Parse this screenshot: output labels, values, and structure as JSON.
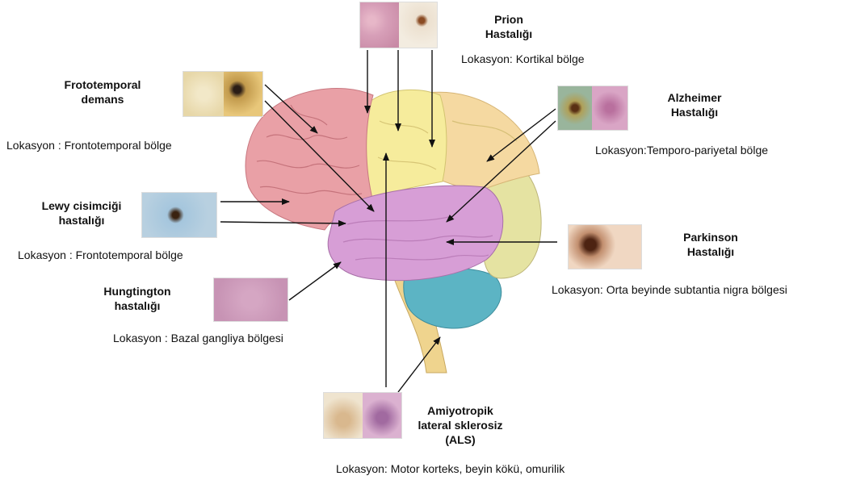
{
  "diseases": {
    "prion": {
      "title_1": "Prion",
      "title_2": "Hastalığı",
      "location": "Lokasyon: Kortikal bölge"
    },
    "ftd": {
      "title_1": "Frototemporal",
      "title_2": "demans",
      "location": "Lokasyon : Frontotemporal bölge"
    },
    "alzheimer": {
      "title_1": "Alzheimer",
      "title_2": "Hastalığı",
      "location": "Lokasyon:Temporo-pariyetal  bölge"
    },
    "lewy": {
      "title_1": "Lewy cisimciği",
      "title_2": "hastalığı",
      "location": "Lokasyon : Frontotemporal bölge"
    },
    "parkinson": {
      "title_1": "Parkinson",
      "title_2": "Hastalığı",
      "location": "Lokasyon: Orta beyinde subtantia nigra bölgesi"
    },
    "huntington": {
      "title_1": "Hungtington",
      "title_2": "hastalığı",
      "location": "Lokasyon : Bazal gangliya bölgesi"
    },
    "als": {
      "title_1": "Amiyotropik",
      "title_2": "lateral sklerosiz",
      "title_3": "(ALS)",
      "location": "Lokasyon:  Motor korteks, beyin kökü,  omurilik"
    }
  },
  "colors": {
    "frontal_lobe": "#e9a0a6",
    "parietal_motor": "#f6ec9c",
    "parietal_lobe": "#f5d9a1",
    "temporal_lobe": "#d79ed6",
    "occipital_lobe": "#e5e3a2",
    "cerebellum": "#5cb4c4",
    "brainstem": "#efd48e",
    "arrow": "#111111"
  }
}
